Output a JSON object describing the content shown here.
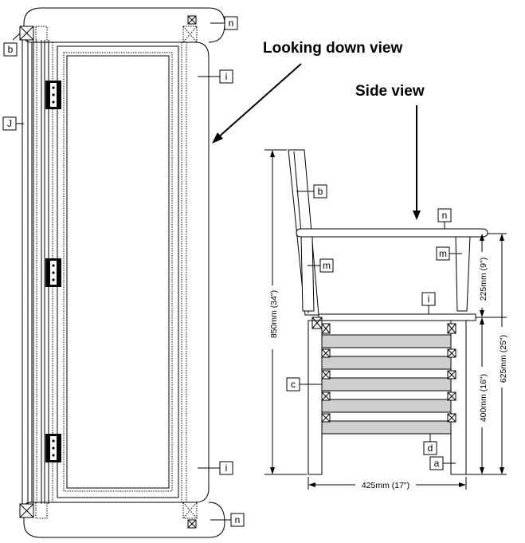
{
  "headings": {
    "looking_down": "Looking down view",
    "side": "Side view"
  },
  "labels": {
    "top_n_top": "n",
    "top_b": "b",
    "top_i_upper": "i",
    "top_j": "J",
    "top_i_lower": "i",
    "top_n_bottom": "n",
    "side_b": "b",
    "side_n": "n",
    "side_m_left": "m",
    "side_m_right": "m",
    "side_i": "i",
    "side_c": "c",
    "side_d": "d",
    "side_a": "a"
  },
  "dimensions": {
    "overall_height": "850mm (34\")",
    "seat_to_top": "225mm (9\")",
    "top_height": "625mm (25\")",
    "seat_height": "400mm (16\")",
    "depth": "425mm (17\")"
  },
  "colors": {
    "line": "#000000",
    "grain_fill": "#cfcfcf",
    "background": "#ffffff"
  }
}
